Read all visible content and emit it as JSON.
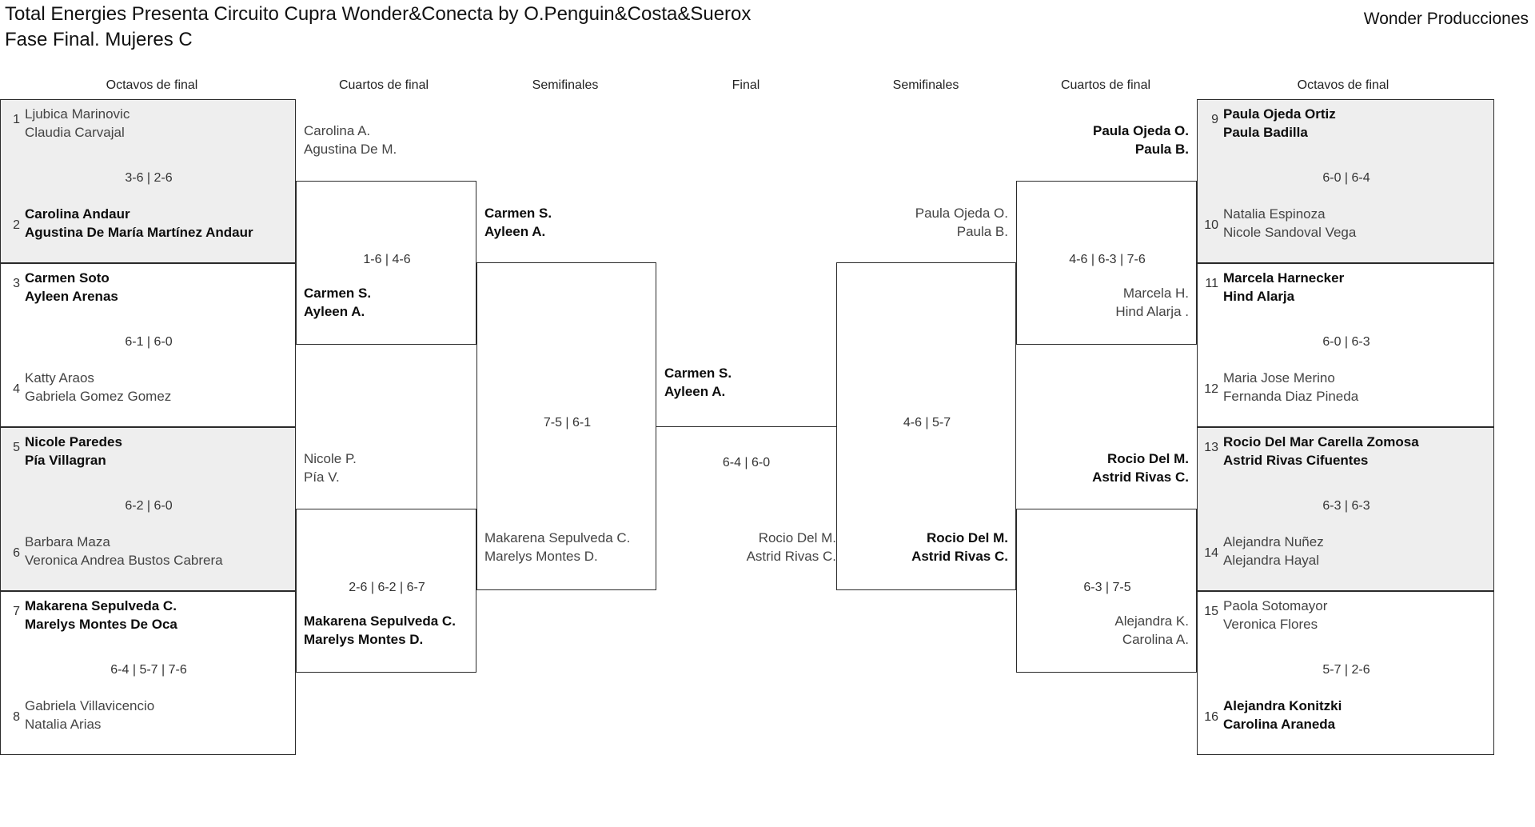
{
  "header": {
    "title_line1": "Total Energies Presenta Circuito Cupra Wonder&Conecta by O.Penguin&Costa&Suerox",
    "title_line2": "Fase Final. Mujeres C",
    "producer": "Wonder Producciones"
  },
  "round_headers": {
    "left_r16": "Octavos de final",
    "left_qf": "Cuartos de final",
    "left_sf": "Semifinales",
    "final": "Final",
    "right_sf": "Semifinales",
    "right_qf": "Cuartos de final",
    "right_r16": "Octavos de final"
  },
  "chart_data": {
    "type": "bracket",
    "title": "Fase Final. Mujeres C",
    "rounds": [
      "Octavos de final",
      "Cuartos de final",
      "Semifinales",
      "Final"
    ],
    "draw_size": 16
  },
  "left_r16": [
    {
      "seed_top": "1",
      "seed_bottom": "2",
      "top_l1": "Ljubica Marinovic",
      "top_l2": "Claudia Carvajal",
      "bottom_l1": "Carolina Andaur",
      "bottom_l2": "Agustina De María Martínez Andaur",
      "score": "3-6 | 2-6",
      "winner": "bottom"
    },
    {
      "seed_top": "3",
      "seed_bottom": "4",
      "top_l1": "Carmen Soto",
      "top_l2": "Ayleen Arenas",
      "bottom_l1": "Katty Araos",
      "bottom_l2": "Gabriela Gomez Gomez",
      "score": "6-1 | 6-0",
      "winner": "top"
    },
    {
      "seed_top": "5",
      "seed_bottom": "6",
      "top_l1": "Nicole Paredes",
      "top_l2": "Pía Villagran",
      "bottom_l1": "Barbara Maza",
      "bottom_l2": "Veronica Andrea Bustos Cabrera",
      "score": "6-2 | 6-0",
      "winner": "top"
    },
    {
      "seed_top": "7",
      "seed_bottom": "8",
      "top_l1": "Makarena Sepulveda C.",
      "top_l2": "Marelys Montes De Oca",
      "bottom_l1": "Gabriela Villavicencio",
      "bottom_l2": "Natalia Arias",
      "score": "6-4 | 5-7 | 7-6",
      "winner": "top"
    }
  ],
  "left_qf": [
    {
      "top_l1": "Carolina A.",
      "top_l2": "Agustina De M.",
      "bottom_l1": "Carmen S.",
      "bottom_l2": "Ayleen A.",
      "score": "1-6 | 4-6",
      "winner": "bottom"
    },
    {
      "top_l1": "Nicole P.",
      "top_l2": "Pía V.",
      "bottom_l1": "Makarena Sepulveda C.",
      "bottom_l2": "Marelys Montes D.",
      "score": "2-6 | 6-2 | 6-7",
      "winner": "bottom"
    }
  ],
  "left_sf": [
    {
      "top_l1": "Carmen S.",
      "top_l2": "Ayleen A.",
      "bottom_l1": "Makarena Sepulveda C.",
      "bottom_l2": "Marelys Montes D.",
      "score": "7-5 | 6-1",
      "winner": "top"
    }
  ],
  "final": {
    "top_l1": "Carmen S.",
    "top_l2": "Ayleen A.",
    "bottom_l1": "Rocio Del M.",
    "bottom_l2": "Astrid Rivas C.",
    "score": "6-4 | 6-0",
    "winner": "top"
  },
  "right_sf": [
    {
      "top_l1": "Paula Ojeda O.",
      "top_l2": "Paula B.",
      "bottom_l1": "Rocio Del M.",
      "bottom_l2": "Astrid Rivas C.",
      "score": "4-6 | 5-7",
      "winner": "bottom"
    }
  ],
  "right_qf": [
    {
      "top_l1": "Paula Ojeda O.",
      "top_l2": "Paula B.",
      "bottom_l1": "Marcela H.",
      "bottom_l2": "Hind Alarja .",
      "score": "4-6 | 6-3 | 7-6",
      "winner": "top"
    },
    {
      "top_l1": "Rocio Del M.",
      "top_l2": "Astrid Rivas C.",
      "bottom_l1": "Alejandra K.",
      "bottom_l2": "Carolina A.",
      "score": "6-3 | 7-5",
      "winner": "top"
    }
  ],
  "right_r16": [
    {
      "seed_top": "9",
      "seed_bottom": "10",
      "top_l1": "Paula Ojeda Ortiz",
      "top_l2": "Paula Badilla",
      "bottom_l1": "Natalia Espinoza",
      "bottom_l2": "Nicole Sandoval Vega",
      "score": "6-0 | 6-4",
      "winner": "top"
    },
    {
      "seed_top": "11",
      "seed_bottom": "12",
      "top_l1": "Marcela Harnecker",
      "top_l2": "Hind Alarja",
      "bottom_l1": "Maria Jose Merino",
      "bottom_l2": "Fernanda Diaz Pineda",
      "score": "6-0 | 6-3",
      "winner": "top"
    },
    {
      "seed_top": "13",
      "seed_bottom": "14",
      "top_l1": "Rocio Del Mar Carella Zomosa",
      "top_l2": "Astrid Rivas Cifuentes",
      "bottom_l1": "Alejandra Nuñez",
      "bottom_l2": "Alejandra Hayal",
      "score": "6-3 | 6-3",
      "winner": "top"
    },
    {
      "seed_top": "15",
      "seed_bottom": "16",
      "top_l1": "Paola Sotomayor",
      "top_l2": "Veronica Flores",
      "bottom_l1": "Alejandra Konitzki",
      "bottom_l2": "Carolina Araneda",
      "score": "5-7 | 2-6",
      "winner": "bottom"
    }
  ]
}
